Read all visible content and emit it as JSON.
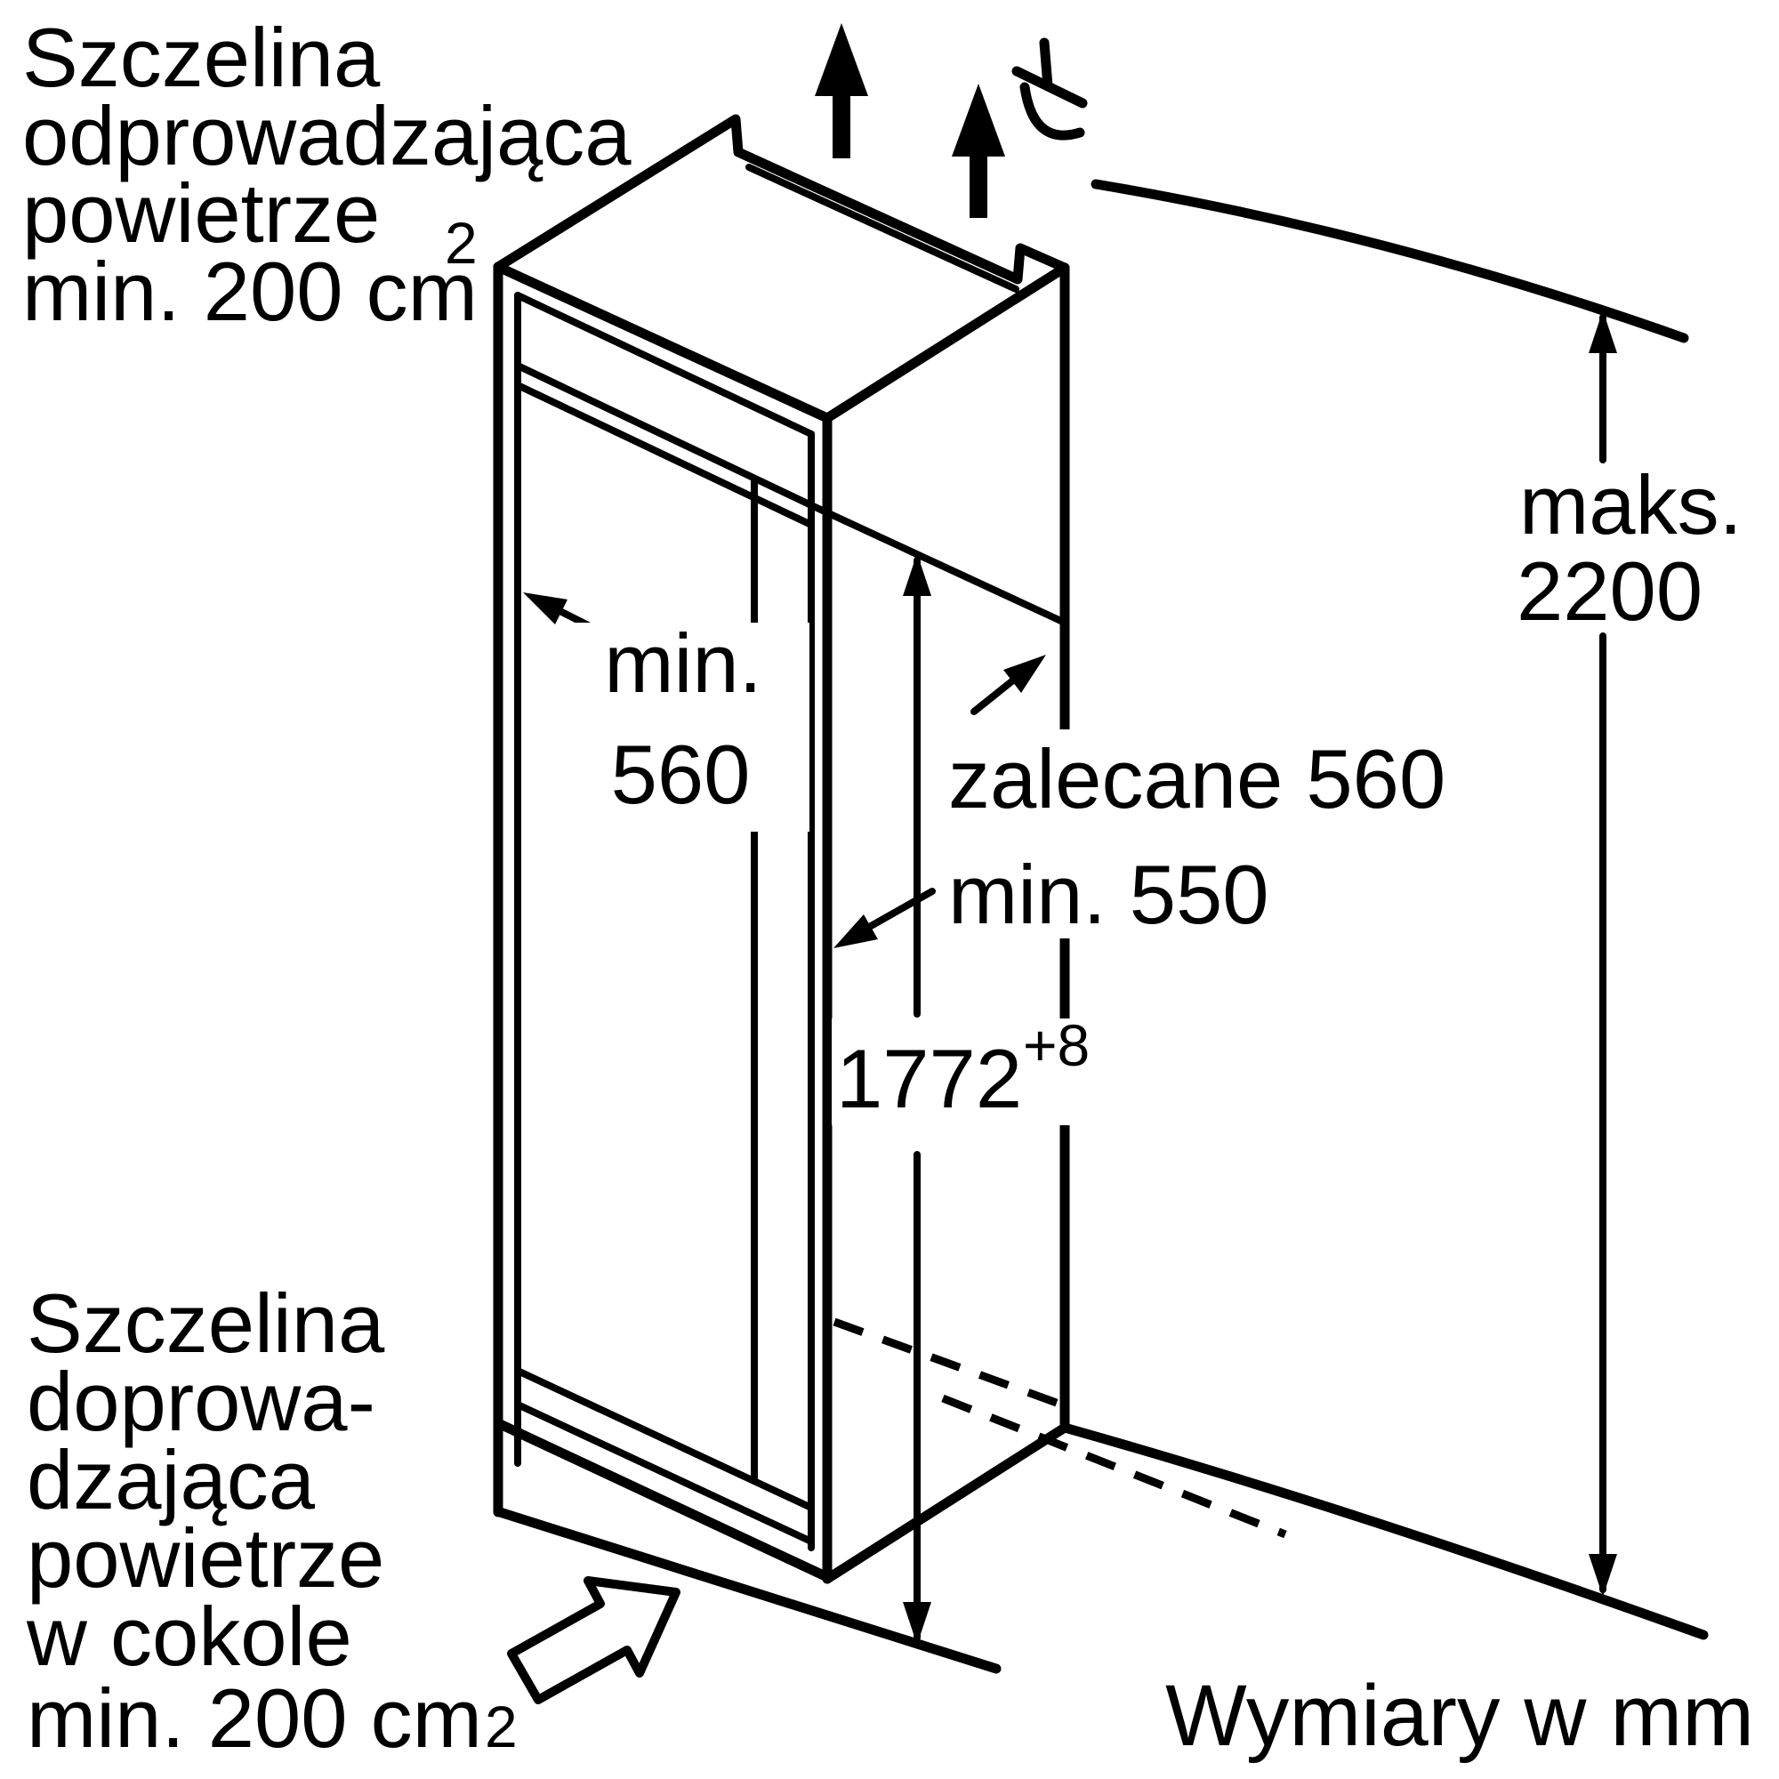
{
  "page": {
    "background": "#ffffff",
    "line_color": "#000000"
  },
  "labels": {
    "top_vent": {
      "line1": "Szczelina",
      "line2": "odprowadzająca",
      "line3": "powietrze",
      "line4": "min. 200 cm",
      "sup": "2"
    },
    "bottom_vent": {
      "line1": "Szczelina",
      "line2": "doprowa-",
      "line3": "dzająca",
      "line4": "powietrze",
      "line5": "w cokole",
      "line6": "min. 200 cm",
      "sup": "2"
    },
    "niche_width": {
      "line1": "min.",
      "line2": "560"
    },
    "niche_depth": {
      "line1": "zalecane 560",
      "line2": "min. 550"
    },
    "niche_height": {
      "value": "1772",
      "tolerance": "+8"
    },
    "max_height": {
      "line1": "maks.",
      "line2": "2200"
    },
    "footer": "Wymiary w mm"
  },
  "icons": {
    "airflow_out": "up-arrow",
    "air_supply": "block-arrow-up-right",
    "cut_mark": "niche-cut-symbol"
  }
}
